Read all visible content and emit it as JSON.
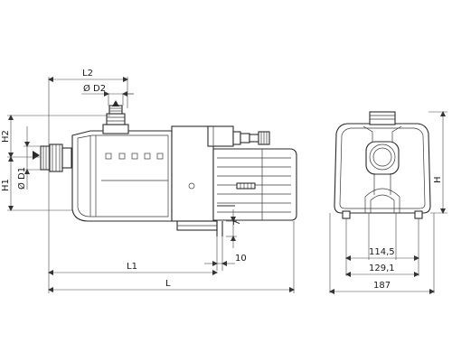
{
  "side_view": {
    "labels": {
      "L2": "L2",
      "D2": "Ø D2",
      "H2": "H2",
      "D1": "Ø D1",
      "H1": "H1",
      "L1": "L1",
      "L": "L",
      "seven": "7",
      "ten": "10"
    }
  },
  "front_view": {
    "labels": {
      "H": "H",
      "w1": "114,5",
      "w2": "129,1",
      "w3": "187"
    }
  }
}
